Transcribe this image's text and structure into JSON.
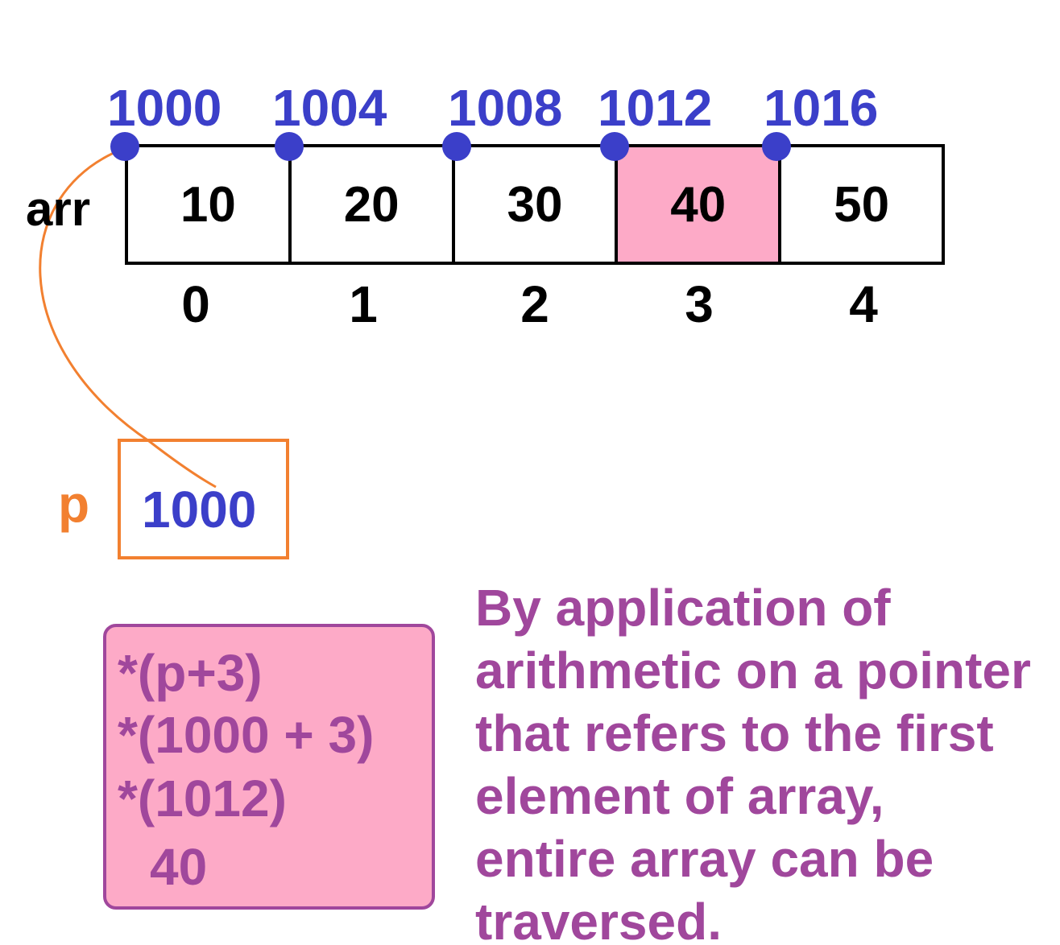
{
  "colors": {
    "address": "#3b3fc9",
    "pointer": "#f28030",
    "text": "#000000",
    "highlight_fill": "#fdaac7",
    "expression": "#a0479c"
  },
  "array": {
    "label": "arr",
    "addresses": [
      "1000",
      "1004",
      "1008",
      "1012",
      "1016"
    ],
    "values": [
      "10",
      "20",
      "30",
      "40",
      "50"
    ],
    "indices": [
      "0",
      "1",
      "2",
      "3",
      "4"
    ],
    "highlighted_index": 3
  },
  "pointer": {
    "label": "p",
    "value": "1000"
  },
  "expression": {
    "lines": [
      "*(p+3)",
      "*(1000 + 3)",
      "*(1012)",
      "40"
    ]
  },
  "caption": {
    "lines": [
      "By application of",
      "arithmetic on a pointer",
      "that refers to the first",
      "element of array,",
      "entire array can be",
      "traversed."
    ]
  }
}
